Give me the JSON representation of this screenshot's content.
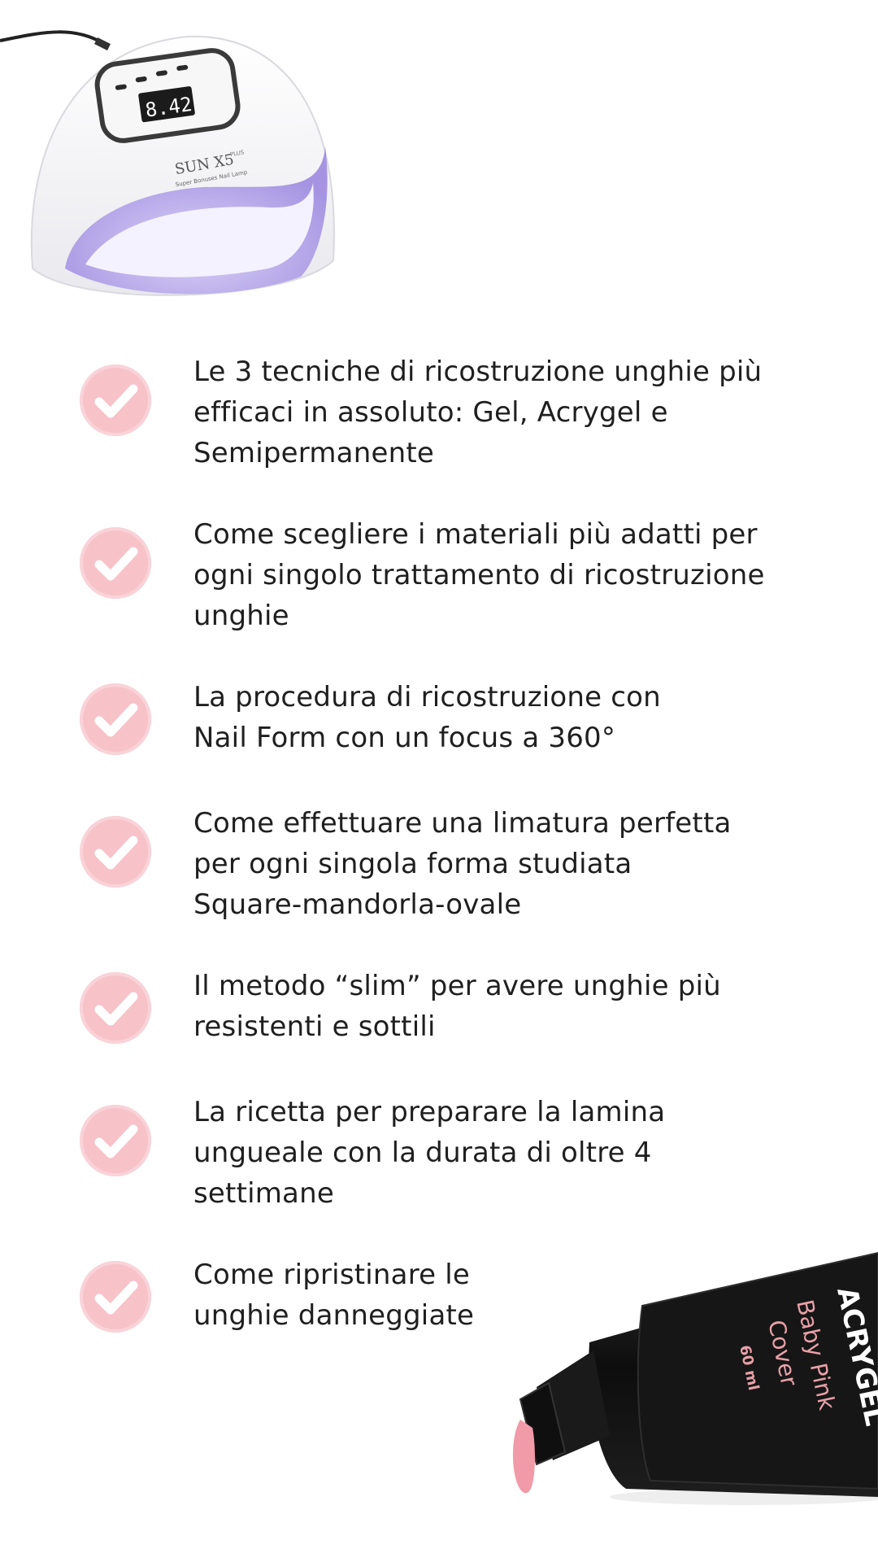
{
  "products": {
    "lamp": {
      "brand": "SUN X5",
      "brand_badge": "PLUS",
      "subtitle": "Super Bonuses Nail Lamp",
      "display": "8.42"
    },
    "tube": {
      "brand": "ACRYGEL",
      "line1": "Baby Pink",
      "line2": "Cover",
      "volume": "60 ml"
    }
  },
  "benefits": [
    {
      "lines": [
        "Le 3 tecniche di ricostruzione unghie più",
        "efficaci in assoluto: Gel, Acrygel e",
        "Semipermanente"
      ]
    },
    {
      "lines": [
        "Come scegliere i materiali più adatti per",
        "ogni singolo trattamento di ricostruzione",
        "unghie"
      ]
    },
    {
      "lines": [
        "La procedura di ricostruzione con",
        "Nail Form con un focus a 360°"
      ]
    },
    {
      "lines": [
        "Come effettuare una limatura perfetta",
        "per ogni singola forma studiata",
        "Square-mandorla-ovale"
      ]
    },
    {
      "lines": [
        "Il metodo “slim” per avere unghie più",
        "resistenti e sottili"
      ]
    },
    {
      "lines": [
        "La ricetta per preparare la lamina",
        "ungueale con la durata di oltre 4",
        "settimane"
      ]
    },
    {
      "lines": [
        "Come ripristinare le",
        "unghie danneggiate"
      ]
    }
  ],
  "colors": {
    "check_bg": "#f7c2c8",
    "text": "#1f1f1f",
    "uv_glow": "#b7a6ee",
    "tube_body": "#121212",
    "tube_text": "#e8a0a8"
  }
}
